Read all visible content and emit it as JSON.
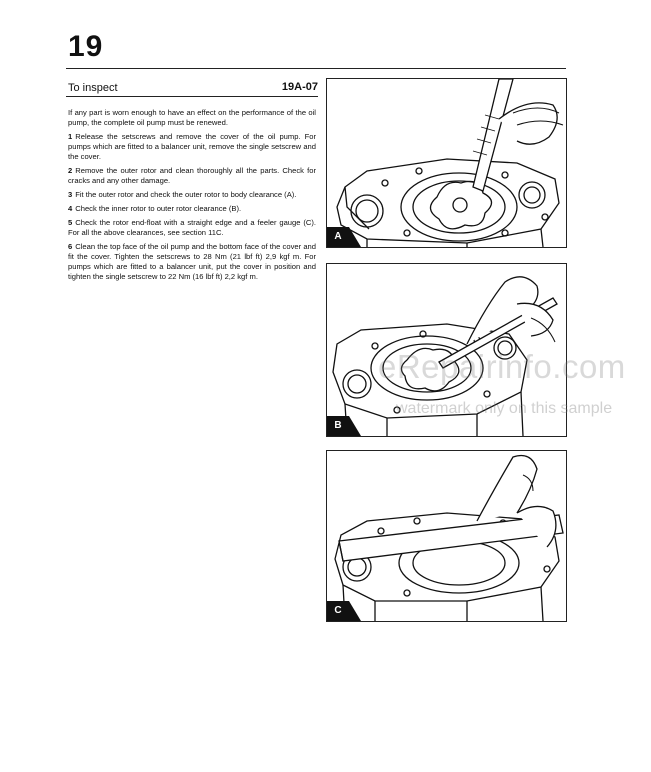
{
  "page": {
    "chapter_number": "19",
    "section_title": "To inspect",
    "section_code": "19A-07"
  },
  "body": {
    "intro": "If any part is worn enough to have an effect on the performance of the oil pump, the complete oil pump must be renewed.",
    "steps": [
      {
        "num": "1",
        "text": "Release the setscrews and remove the cover of the oil pump. For pumps which are fitted to a balancer unit, remove the single setscrew and the cover."
      },
      {
        "num": "2",
        "text": "Remove the outer rotor and clean thoroughly all the parts. Check for cracks and any other damage."
      },
      {
        "num": "3",
        "text": "Fit the outer rotor and check the outer rotor to body clearance (A)."
      },
      {
        "num": "4",
        "text": "Check the inner rotor to outer rotor clearance (B)."
      },
      {
        "num": "5",
        "text": "Check the rotor end-float with a straight edge and a feeler gauge (C). For all the above clearances, see section 11C."
      },
      {
        "num": "6",
        "text": "Clean the top face of the oil pump and the bottom face of the cover and fit the cover. Tighten the setscrews to 28 Nm (21 lbf ft) 2,9 kgf m. For pumps which are fitted to a balancer unit, put the cover in position and tighten the single setscrew to 22 Nm (16 lbf ft) 2,2 kgf m."
      }
    ]
  },
  "figures": [
    {
      "label": "A"
    },
    {
      "label": "B"
    },
    {
      "label": "C"
    }
  ],
  "watermark": {
    "logo": "eRepairinfo.com",
    "note": "watermark only on this sample"
  }
}
